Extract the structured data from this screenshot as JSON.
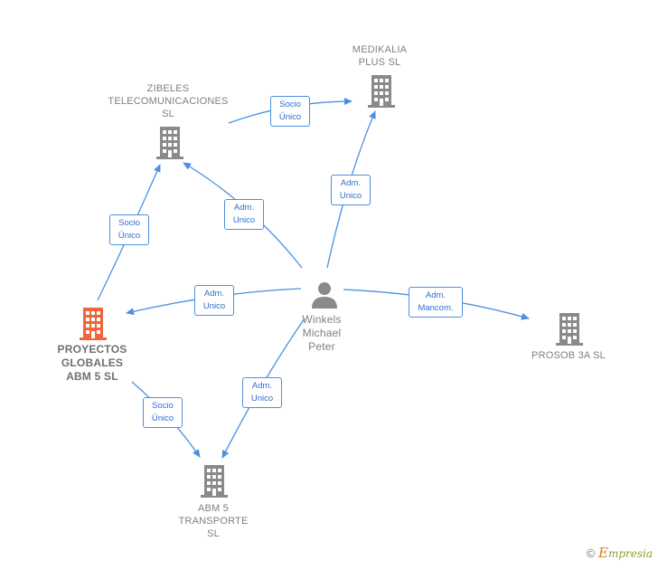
{
  "colors": {
    "edge": "#4a90e2",
    "building": "#8a8a8a",
    "building_main": "#f0653a",
    "person": "#8a8a8a"
  },
  "nodes": {
    "medikalia": {
      "label": "MEDIKALIA\nPLUS  SL",
      "icon": "building-icon"
    },
    "zibeles": {
      "label": "ZIBELES\nTELECOMUNICACIONES\nSL",
      "icon": "building-icon"
    },
    "proyectos": {
      "label": "PROYECTOS\nGLOBALES\nABM 5  SL",
      "icon": "building-icon"
    },
    "winkels": {
      "label": "Winkels\nMichael\nPeter",
      "icon": "person-icon"
    },
    "prosob": {
      "label": "PROSOB 3A  SL",
      "icon": "building-icon"
    },
    "abm5": {
      "label": "ABM 5\nTRANSPORTE\nSL",
      "icon": "building-icon"
    }
  },
  "edges": {
    "zib_med": "Socio\nÚnico",
    "win_med": "Adm.\nUnico",
    "win_zib": "Adm.\nUnico",
    "pro_zib": "Socio\nÚnico",
    "win_pro": "Adm.\nUnico",
    "win_prosob": "Adm.\nMancom.",
    "win_abm": "Adm.\nUnico",
    "pro_abm": "Socio\nÚnico"
  },
  "footer": {
    "copyright": "©",
    "brand_first": "E",
    "brand_rest": "mpresia"
  }
}
